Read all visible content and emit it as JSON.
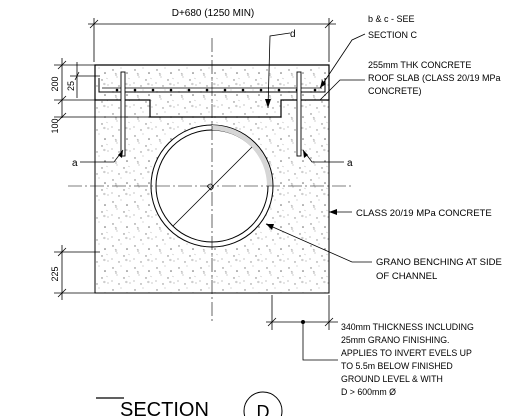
{
  "dimensions": {
    "top_width": "D+680 (1250 MIN)",
    "slab_depth": "200",
    "slab_cover": "25",
    "slab_gap": "100",
    "base_depth": "225"
  },
  "labels": {
    "d_top": "d",
    "bc_line1": "b & c - SEE",
    "bc_line2": "SECTION C",
    "roof_line1": "255mm THK CONCRETE",
    "roof_line2": "ROOF SLAB (CLASS 20/19 MPa",
    "roof_line3": "CONCRETE)",
    "a_left": "a",
    "a_right": "a",
    "pipe_d": "D",
    "concrete_class": "CLASS 20/19 MPa CONCRETE",
    "grano_line1": "GRANO BENCHING AT SIDE",
    "grano_line2": "OF CHANNEL",
    "note_line1": "340mm THICKNESS INCLUDING",
    "note_line2": "25mm GRANO FINISHING.",
    "note_line3": "APPLIES TO INVERT EVELS UP",
    "note_line4": "TO 5.5m BELOW FINISHED",
    "note_line5": "GROUND LEVEL & WITH",
    "note_line6": "D > 600mm Ø"
  },
  "section": {
    "title": "SECTION",
    "ref": "D"
  }
}
